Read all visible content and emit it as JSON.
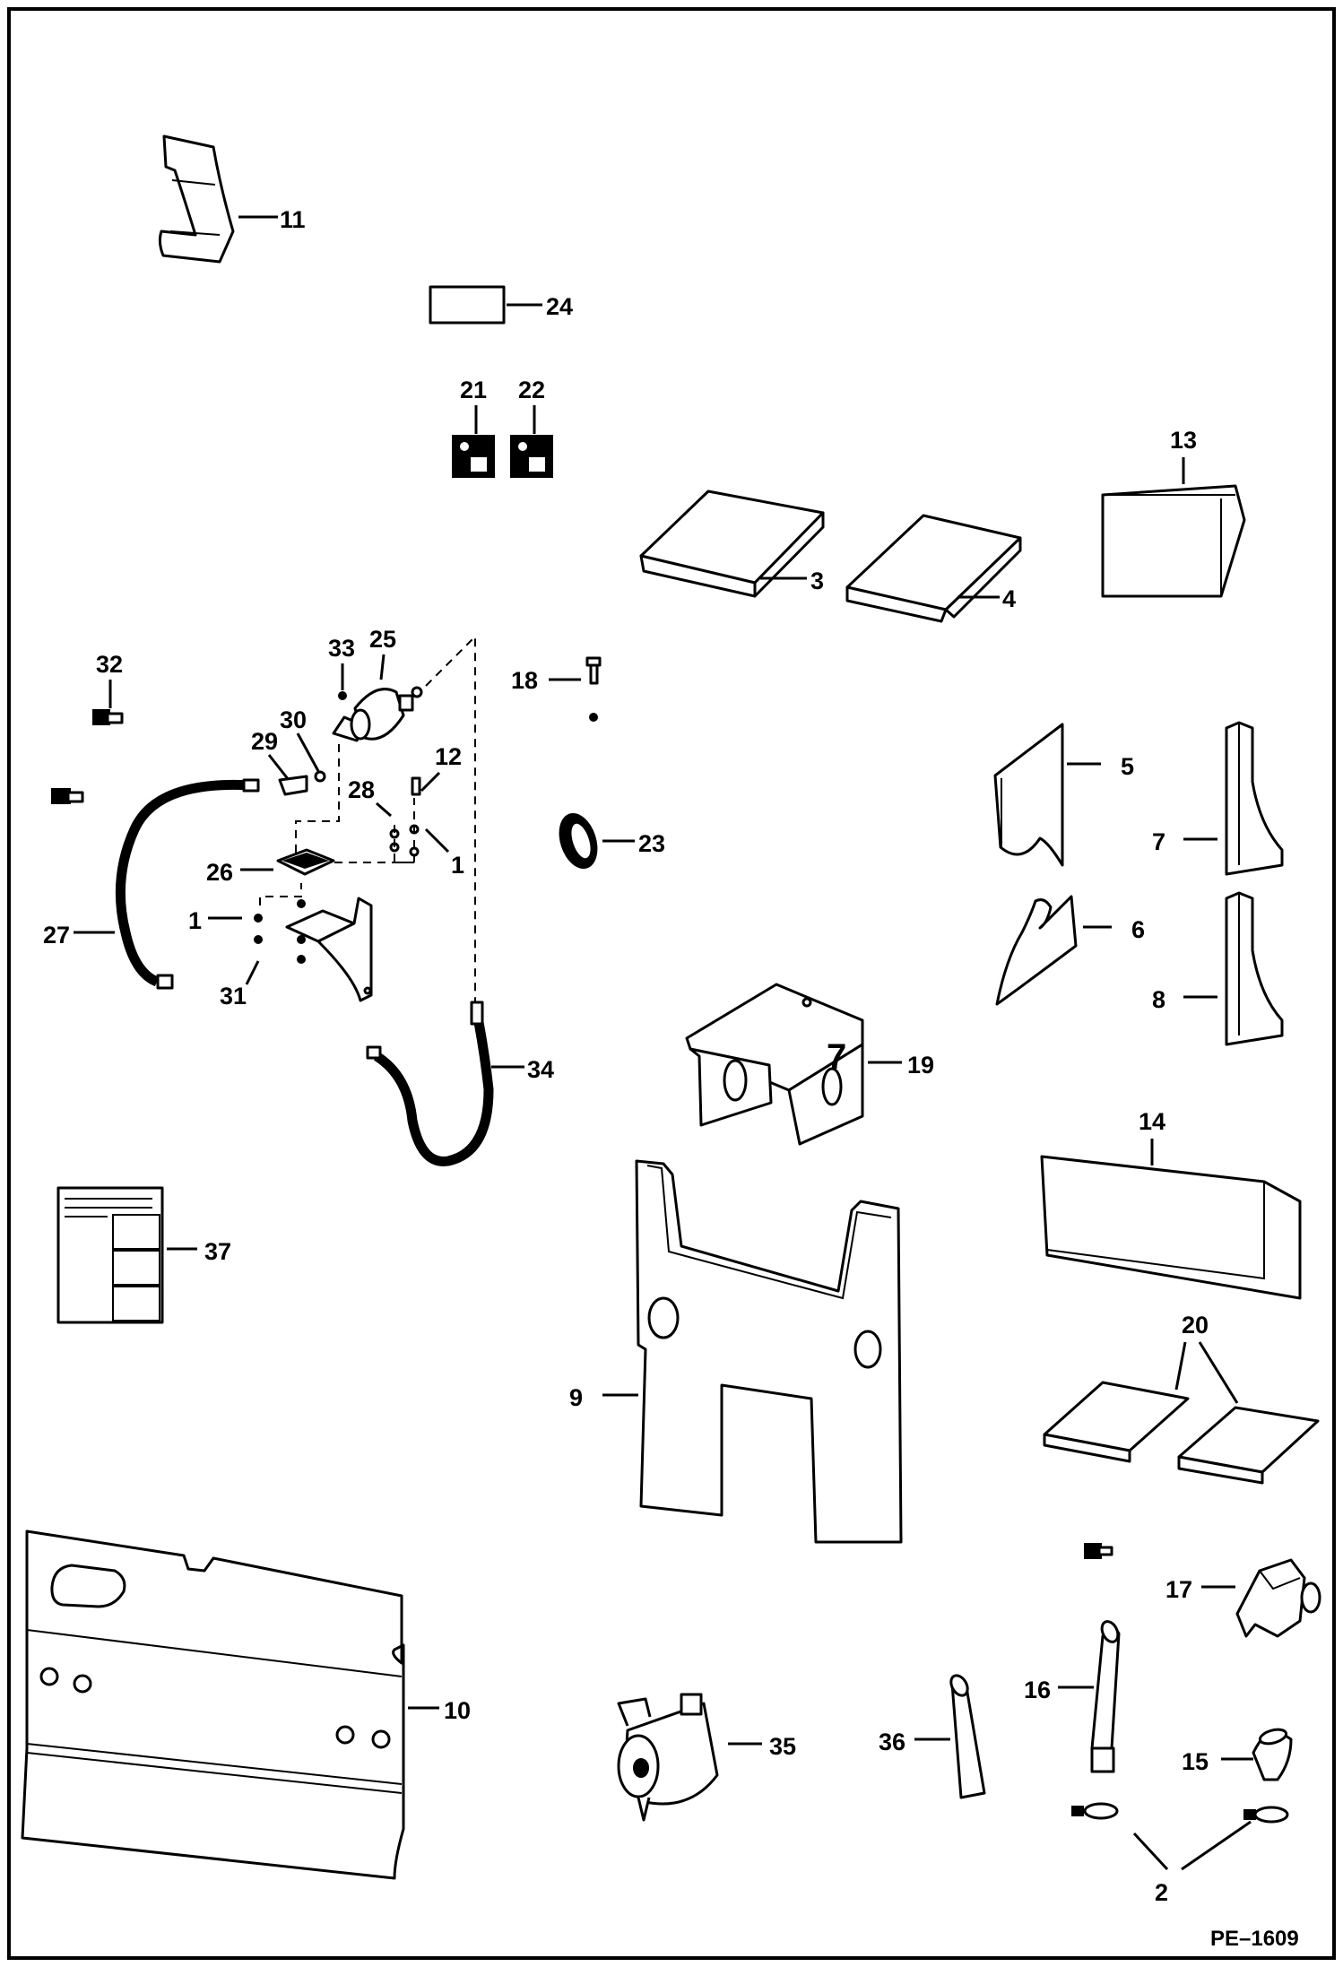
{
  "drawing_code": "PE–1609",
  "callouts": {
    "c1a": "1",
    "c1b": "1",
    "c2": "2",
    "c3": "3",
    "c4": "4",
    "c5": "5",
    "c6": "6",
    "c7": "7",
    "c8": "8",
    "c9": "9",
    "c10": "10",
    "c11": "11",
    "c12": "12",
    "c13": "13",
    "c14": "14",
    "c15": "15",
    "c16": "16",
    "c17": "17",
    "c18": "18",
    "c19": "19",
    "c20": "20",
    "c21": "21",
    "c22": "22",
    "c23": "23",
    "c24": "24",
    "c25": "25",
    "c26": "26",
    "c27": "27",
    "c28": "28",
    "c29": "29",
    "c30": "30",
    "c31": "31",
    "c32": "32",
    "c33": "33",
    "c34": "34",
    "c35": "35",
    "c36": "36",
    "c37": "37"
  },
  "part_19_marking": "7"
}
